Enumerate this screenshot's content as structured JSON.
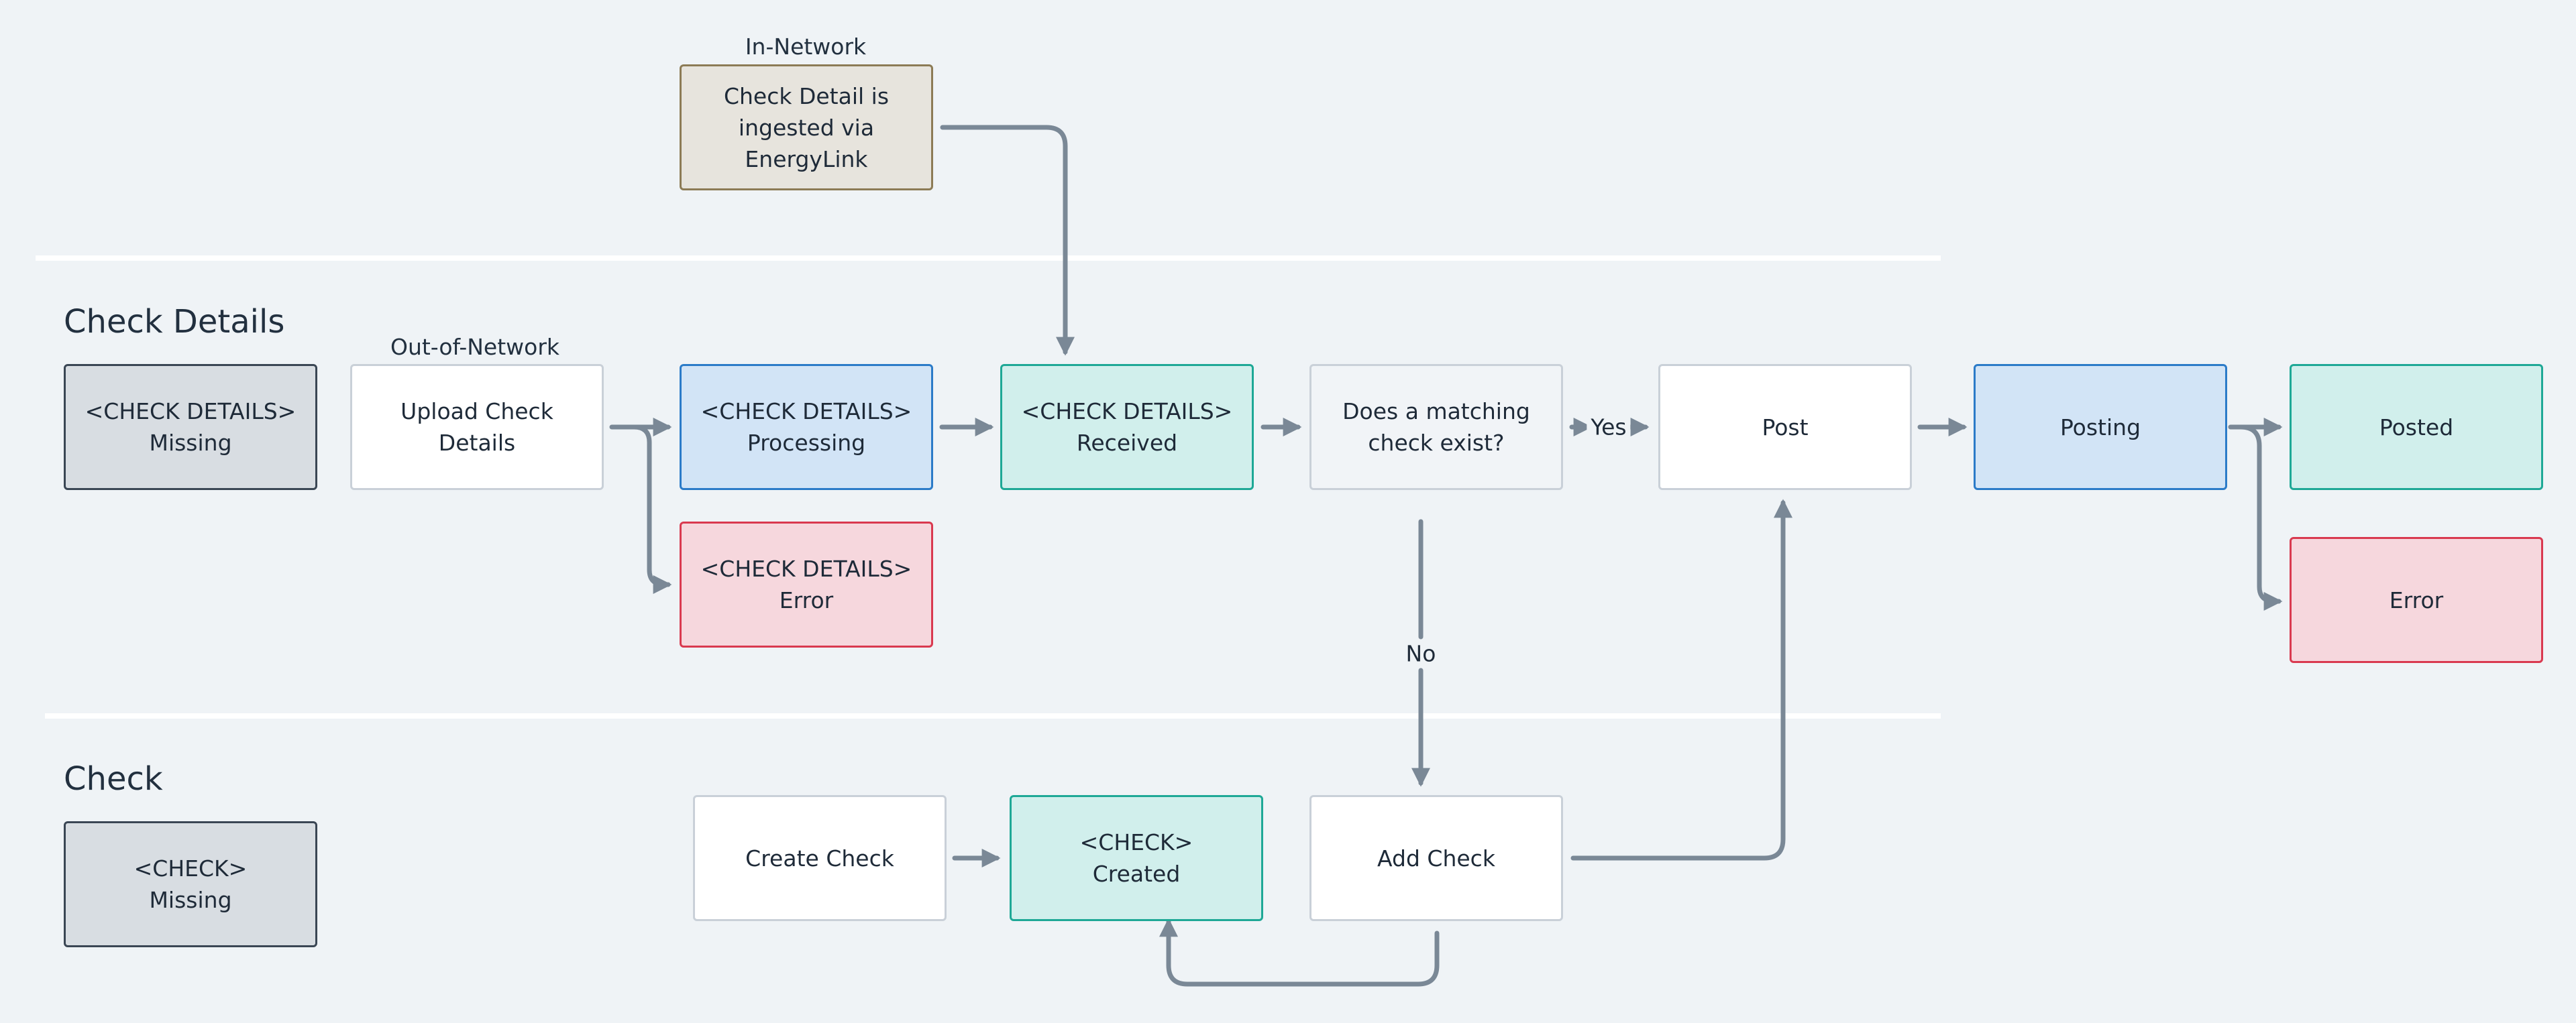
{
  "lanes": {
    "check_details": "Check Details",
    "check": "Check"
  },
  "captions": {
    "in_network": "In-Network",
    "out_of_network": "Out-of-Network"
  },
  "nodes": {
    "ingested": "Check Detail is\ningested via\nEnergyLink",
    "cd_missing": "<CHECK DETAILS>\nMissing",
    "upload": "Upload Check Details",
    "cd_processing": "<CHECK DETAILS>\nProcessing",
    "cd_received": "<CHECK DETAILS>\nReceived",
    "matching": "Does a matching\ncheck exist?",
    "post": "Post",
    "posting": "Posting",
    "posted": "Posted",
    "cd_error": "<CHECK DETAILS>\nError",
    "error": "Error",
    "check_missing": "<CHECK>\nMissing",
    "create_check": "Create Check",
    "check_created": "<CHECK>\nCreated",
    "add_check": "Add Check"
  },
  "edge_labels": {
    "yes": "Yes",
    "no": "No"
  },
  "colors": {
    "background": "#eff3f6",
    "connector": "#7a8896",
    "lane_divider": "#ffffff",
    "gray": "#d8dde2",
    "blue": "#d2e4f6",
    "teal": "#d1efec",
    "red": "#f6d7dd",
    "tan": "#e7e4dd"
  }
}
